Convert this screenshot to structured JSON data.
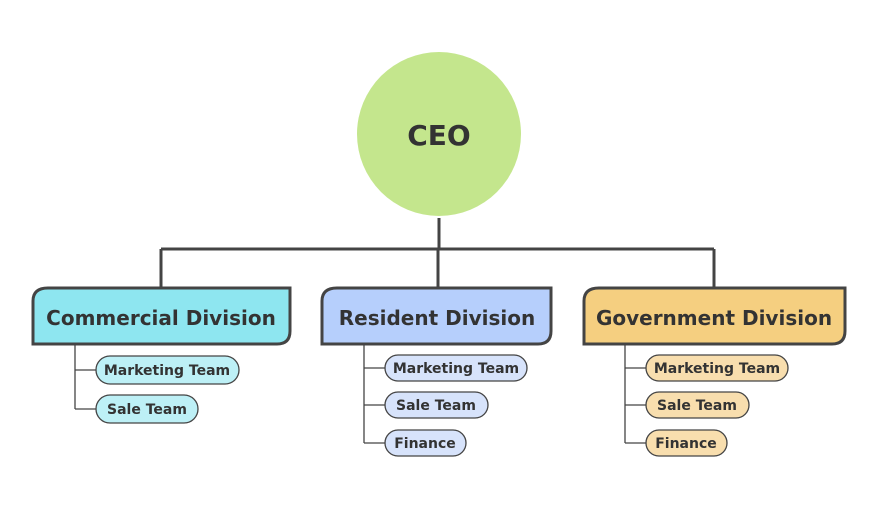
{
  "ceo": {
    "label": "CEO",
    "color": "#c4e68d"
  },
  "divisions": [
    {
      "label": "Commercial Division",
      "color": "#8ee6f0",
      "sub_color": "#bdf0f6",
      "teams": [
        "Marketing Team",
        "Sale Team"
      ]
    },
    {
      "label": "Resident Division",
      "color": "#b6cffc",
      "sub_color": "#d7e3fb",
      "teams": [
        "Marketing Team",
        "Sale Team",
        "Finance"
      ]
    },
    {
      "label": "Government Division",
      "color": "#f5cf80",
      "sub_color": "#f8deae",
      "teams": [
        "Marketing Team",
        "Sale Team",
        "Finance"
      ]
    }
  ],
  "line_color": "#444444"
}
